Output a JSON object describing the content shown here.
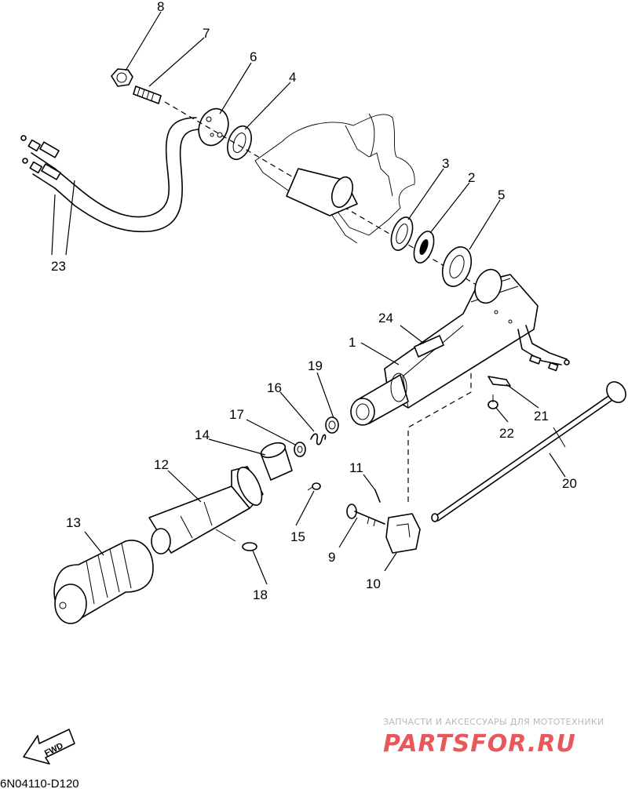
{
  "diagram": {
    "callouts": [
      {
        "id": "c8",
        "label": "8"
      },
      {
        "id": "c7",
        "label": "7"
      },
      {
        "id": "c6",
        "label": "6"
      },
      {
        "id": "c4",
        "label": "4"
      },
      {
        "id": "c3",
        "label": "3"
      },
      {
        "id": "c2",
        "label": "2"
      },
      {
        "id": "c5",
        "label": "5"
      },
      {
        "id": "c23",
        "label": "23"
      },
      {
        "id": "c24",
        "label": "24"
      },
      {
        "id": "c1",
        "label": "1"
      },
      {
        "id": "c19",
        "label": "19"
      },
      {
        "id": "c16",
        "label": "16"
      },
      {
        "id": "c17",
        "label": "17"
      },
      {
        "id": "c14",
        "label": "14"
      },
      {
        "id": "c12",
        "label": "12"
      },
      {
        "id": "c11",
        "label": "11"
      },
      {
        "id": "c21",
        "label": "21"
      },
      {
        "id": "c22",
        "label": "22"
      },
      {
        "id": "c20",
        "label": "20"
      },
      {
        "id": "c13",
        "label": "13"
      },
      {
        "id": "c15",
        "label": "15"
      },
      {
        "id": "c9",
        "label": "9"
      },
      {
        "id": "c10",
        "label": "10"
      },
      {
        "id": "c18",
        "label": "18"
      }
    ],
    "fwd_label": "FWD",
    "drawing_code": "6N04110-D120"
  },
  "watermark": {
    "tagline": "ЗАПЧАСТИ И АКСЕССУАРЫ ДЛЯ МОТОТЕХНИКИ",
    "logo_text": "PARTSFOR.RU",
    "logo_color": "#e8585a"
  }
}
